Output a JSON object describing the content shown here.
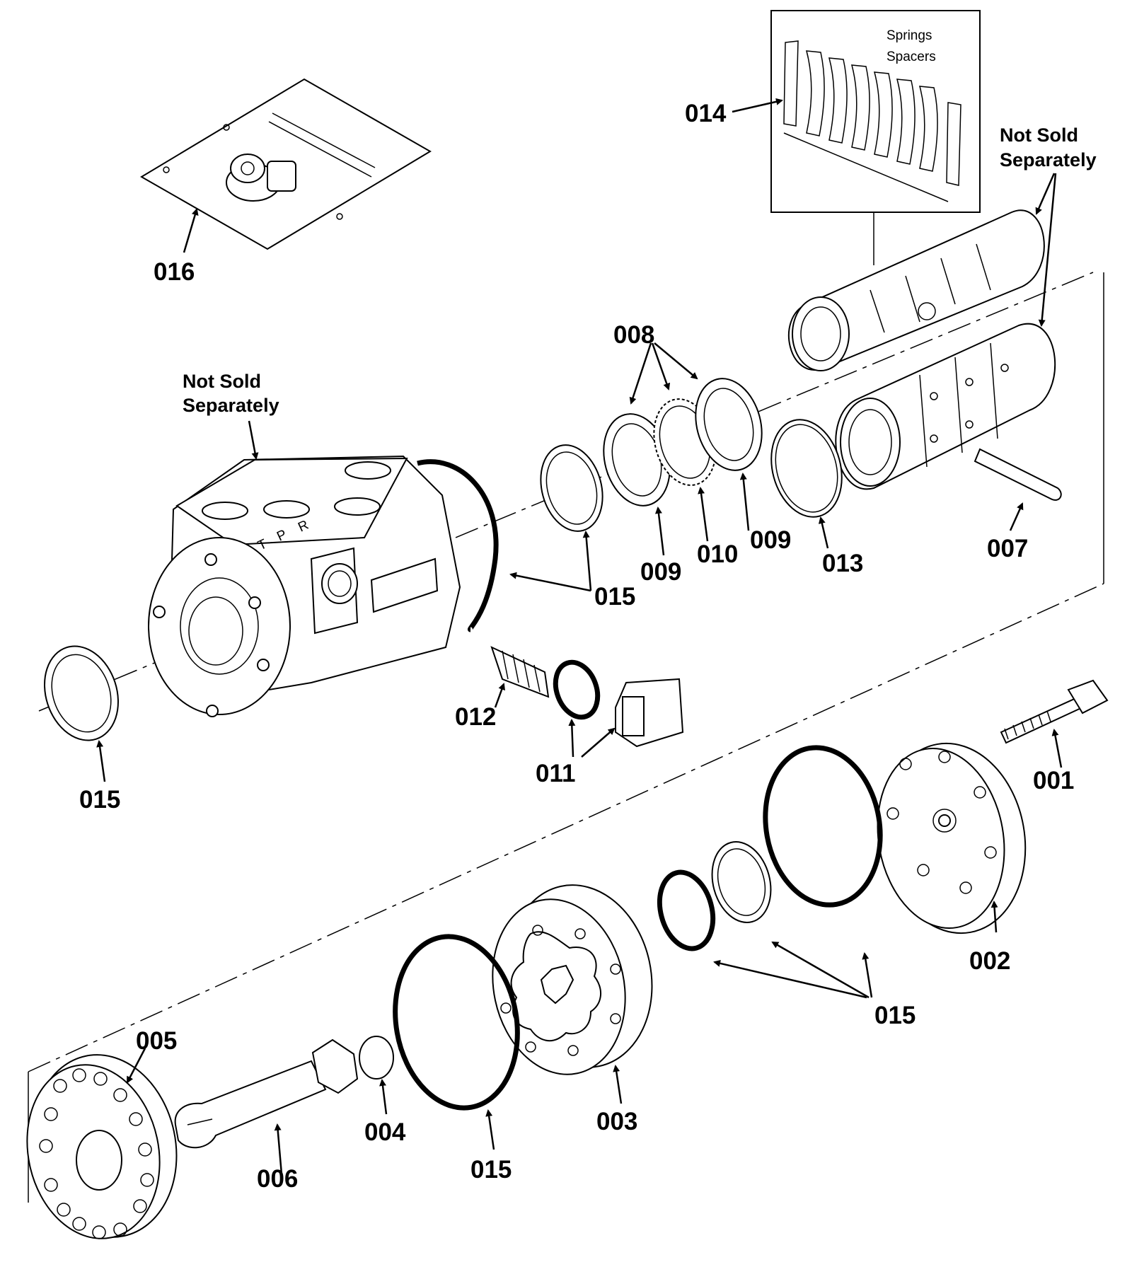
{
  "diagram": {
    "colors": {
      "line": "#000000",
      "background": "#ffffff"
    },
    "notes": {
      "not_sold_1_line1": "Not Sold",
      "not_sold_1_line2": "Separately",
      "not_sold_2_line1": "Not Sold",
      "not_sold_2_line2": "Separately"
    },
    "inset": {
      "springs": "Springs",
      "spacers": "Spacers"
    },
    "callouts": {
      "c001": "001",
      "c002": "002",
      "c003": "003",
      "c004": "004",
      "c005": "005",
      "c006": "006",
      "c007": "007",
      "c008": "008",
      "c009a": "009",
      "c009b": "009",
      "c010": "010",
      "c011": "011",
      "c012": "012",
      "c013": "013",
      "c014": "014",
      "c015a": "015",
      "c015b": "015",
      "c015c": "015",
      "c015d": "015",
      "c016": "016"
    }
  }
}
